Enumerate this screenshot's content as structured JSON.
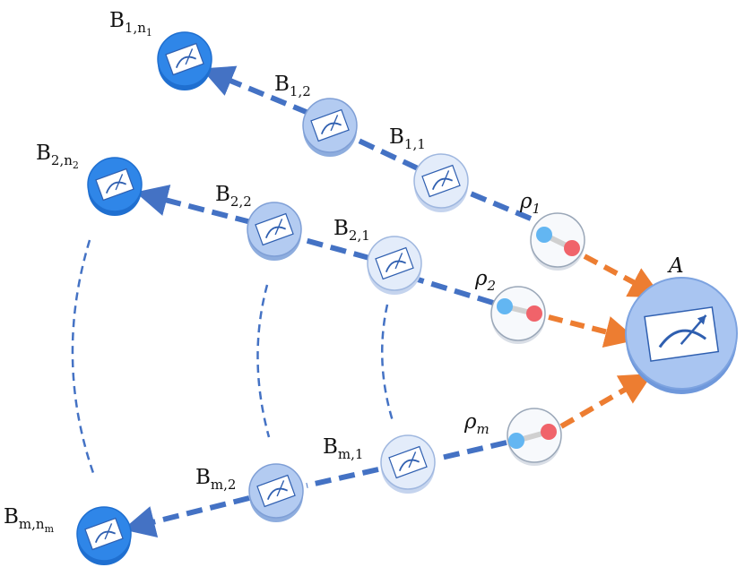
{
  "diagram": {
    "central_node": {
      "label": "A"
    },
    "states": [
      {
        "base": "ρ",
        "sub": "1"
      },
      {
        "base": "ρ",
        "sub": "2"
      },
      {
        "base": "ρ",
        "sub": "m"
      }
    ],
    "chains": [
      {
        "nodes": [
          {
            "base": "B",
            "sub": "1,1"
          },
          {
            "base": "B",
            "sub": "1,2"
          },
          {
            "base": "B",
            "sub": "1,n",
            "subsub": "1"
          }
        ]
      },
      {
        "nodes": [
          {
            "base": "B",
            "sub": "2,1"
          },
          {
            "base": "B",
            "sub": "2,2"
          },
          {
            "base": "B",
            "sub": "2,n",
            "subsub": "2"
          }
        ]
      },
      {
        "nodes": [
          {
            "base": "B",
            "sub": "m,1"
          },
          {
            "base": "B",
            "sub": "m,2"
          },
          {
            "base": "B",
            "sub": "m,n",
            "subsub": "m"
          }
        ]
      }
    ],
    "colors": {
      "chain_arrow": "#4472c4",
      "state_arrow": "#ed7d31",
      "node_light": "#e3ecfa",
      "node_mid": "#b3cbf1",
      "node_dark": "#2f86e8",
      "central_node": "#a9c5f1",
      "particle_blue": "#63b6f2",
      "particle_red": "#f0636a"
    },
    "icons": [
      "meter-icon",
      "entangled-pair-icon",
      "ellipsis-arc-icon"
    ]
  }
}
